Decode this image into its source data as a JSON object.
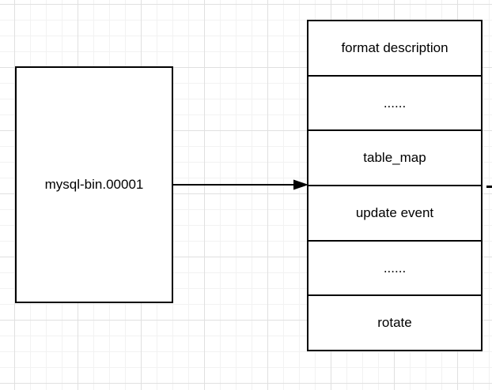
{
  "diagram": {
    "source_box": {
      "label": "mysql-bin.00001"
    },
    "event_table": {
      "rows": [
        "format description",
        "......",
        "table_map",
        "update event",
        "......",
        "rotate"
      ]
    }
  },
  "colors": {
    "stroke": "#000000",
    "text": "#000000",
    "background": "#ffffff",
    "grid_minor": "#f2f2f2",
    "grid_major": "#e0e0e0"
  }
}
